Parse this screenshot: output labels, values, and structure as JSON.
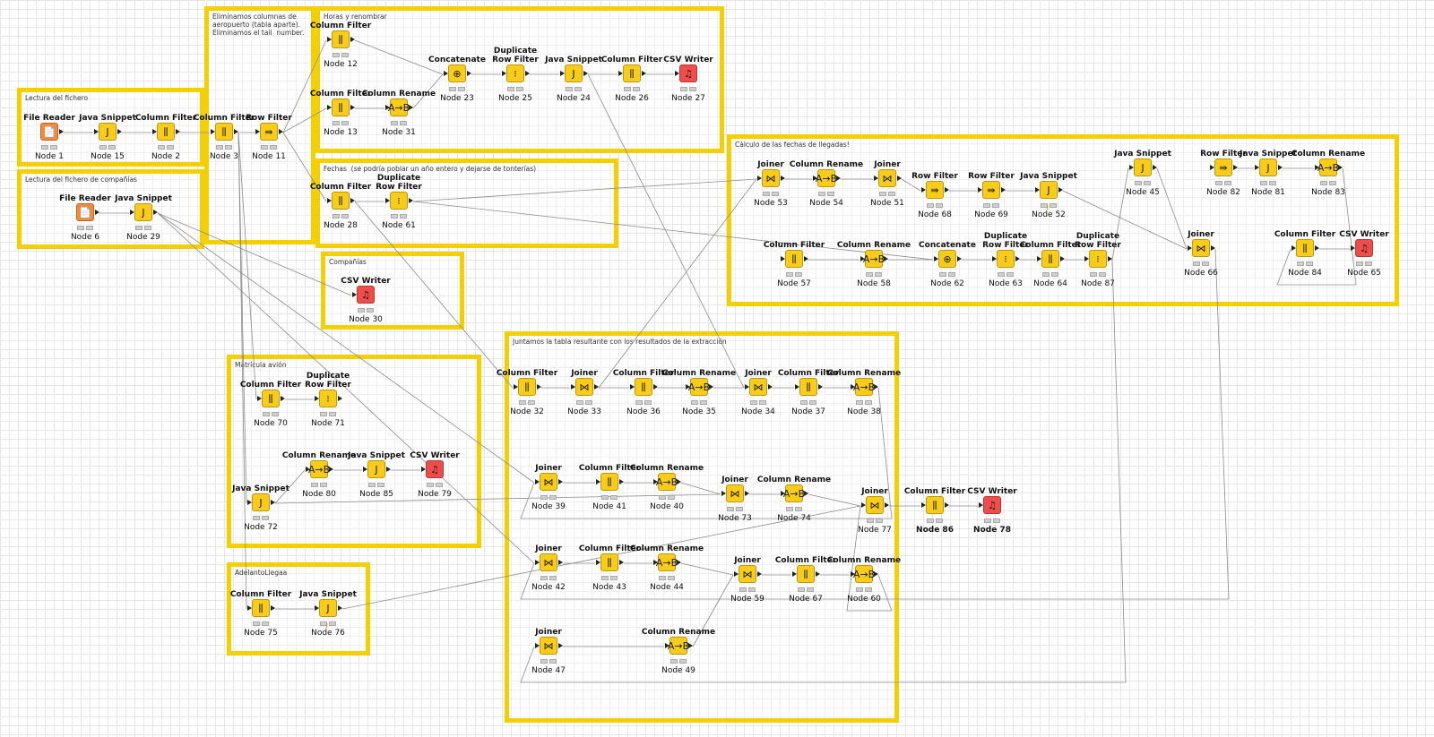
{
  "annotations": [
    {
      "id": "lectura-fichero",
      "text": "Lectura del fichero"
    },
    {
      "id": "lectura-companias",
      "text": "Lectura del fichero de compañías"
    },
    {
      "id": "eliminamos",
      "text": "Eliminamos columnas de aeropuerto (tabla aparte).\nEliminamos el tail  number."
    },
    {
      "id": "horas",
      "text": "Horas y renombrar"
    },
    {
      "id": "fechas",
      "text": "Fechas  (se podría poblar un año entero y dejarse de tonterías)"
    },
    {
      "id": "companias",
      "text": "Compañías"
    },
    {
      "id": "calculo",
      "text": "Cálculo de las fechas de llegadas!"
    },
    {
      "id": "juntamos",
      "text": "Juntamos la tabla resultante con los resultados de la extracción"
    },
    {
      "id": "matricula",
      "text": "Matrícula avión"
    },
    {
      "id": "adelanto",
      "text": "AdelantoLlegaa"
    }
  ],
  "nodes": [
    {
      "id": "1",
      "title": "File Reader",
      "label": "Node 1",
      "kind": "source",
      "icon": "file-reader-icon",
      "glyph": "📄",
      "in": false,
      "out": true,
      "status": "yellow"
    },
    {
      "id": "15",
      "title": "Java Snippet",
      "label": "Node 15",
      "kind": "manip",
      "icon": "java-snippet-icon",
      "glyph": "J",
      "in": true,
      "out": true,
      "status": "idle"
    },
    {
      "id": "2",
      "title": "Column Filter",
      "label": "Node 2",
      "kind": "manip",
      "icon": "column-filter-icon",
      "glyph": "⫼",
      "in": true,
      "out": true,
      "status": "idle"
    },
    {
      "id": "3",
      "title": "Column Filter",
      "label": "Node 3",
      "kind": "manip",
      "icon": "column-filter-icon",
      "glyph": "⫼",
      "in": true,
      "out": true,
      "status": "idle"
    },
    {
      "id": "11",
      "title": "Row Filter",
      "label": "Node 11",
      "kind": "manip",
      "icon": "row-filter-icon",
      "glyph": "⇛",
      "in": true,
      "out": true,
      "status": "idle"
    },
    {
      "id": "6",
      "title": "File Reader",
      "label": "Node 6",
      "kind": "source",
      "icon": "file-reader-icon",
      "glyph": "📄",
      "in": false,
      "out": true,
      "status": "idle"
    },
    {
      "id": "29",
      "title": "Java Snippet",
      "label": "Node 29",
      "kind": "manip",
      "icon": "java-snippet-icon",
      "glyph": "J",
      "in": true,
      "out": true,
      "status": "idle"
    },
    {
      "id": "12",
      "title": "Column Filter",
      "label": "Node 12",
      "kind": "manip",
      "icon": "column-filter-icon",
      "glyph": "⫼",
      "in": true,
      "out": true,
      "status": "idle"
    },
    {
      "id": "13",
      "title": "Column Filter",
      "label": "Node 13",
      "kind": "manip",
      "icon": "column-filter-icon",
      "glyph": "⫼",
      "in": true,
      "out": true,
      "status": "idle"
    },
    {
      "id": "31",
      "title": "Column Rename",
      "label": "Node 31",
      "kind": "manip",
      "icon": "column-rename-icon",
      "glyph": "A→B",
      "in": true,
      "out": true,
      "status": "idle"
    },
    {
      "id": "23",
      "title": "Concatenate",
      "label": "Node 23",
      "kind": "manip",
      "icon": "concatenate-icon",
      "glyph": "⊕",
      "in": true,
      "out": true,
      "status": "idle"
    },
    {
      "id": "25",
      "title": "Duplicate\nRow Filter",
      "label": "Node 25",
      "kind": "manip",
      "icon": "duplicate-row-filter-icon",
      "glyph": "⁝",
      "in": true,
      "out": true,
      "status": "idle"
    },
    {
      "id": "24",
      "title": "Java Snippet",
      "label": "Node 24",
      "kind": "manip",
      "icon": "java-snippet-icon",
      "glyph": "J",
      "in": true,
      "out": true,
      "status": "idle"
    },
    {
      "id": "26",
      "title": "Column Filter",
      "label": "Node 26",
      "kind": "manip",
      "icon": "column-filter-icon",
      "glyph": "⫼",
      "in": true,
      "out": true,
      "status": "idle"
    },
    {
      "id": "27",
      "title": "CSV Writer",
      "label": "Node 27",
      "kind": "sink",
      "icon": "csv-writer-icon",
      "glyph": "♫",
      "in": true,
      "out": false,
      "status": "idle"
    },
    {
      "id": "28",
      "title": "Column Filter",
      "label": "Node 28",
      "kind": "manip",
      "icon": "column-filter-icon",
      "glyph": "⫼",
      "in": true,
      "out": true,
      "status": "idle"
    },
    {
      "id": "61",
      "title": "Duplicate\nRow Filter",
      "label": "Node 61",
      "kind": "manip",
      "icon": "duplicate-row-filter-icon",
      "glyph": "⁝",
      "in": true,
      "out": true,
      "status": "idle"
    },
    {
      "id": "30",
      "title": "CSV Writer",
      "label": "Node 30",
      "kind": "sink",
      "icon": "csv-writer-icon",
      "glyph": "♫",
      "in": true,
      "out": false,
      "status": "idle"
    },
    {
      "id": "53",
      "title": "Joiner",
      "label": "Node 53",
      "kind": "manip",
      "icon": "joiner-icon",
      "glyph": "⋈",
      "in": true,
      "out": true,
      "status": "idle"
    },
    {
      "id": "54",
      "title": "Column Rename",
      "label": "Node 54",
      "kind": "manip",
      "icon": "column-rename-icon",
      "glyph": "A→B",
      "in": true,
      "out": true,
      "status": "idle"
    },
    {
      "id": "51",
      "title": "Joiner",
      "label": "Node 51",
      "kind": "manip",
      "icon": "joiner-icon",
      "glyph": "⋈",
      "in": true,
      "out": true,
      "status": "idle"
    },
    {
      "id": "68",
      "title": "Row Filter",
      "label": "Node 68",
      "kind": "manip",
      "icon": "row-filter-icon",
      "glyph": "⇛",
      "in": true,
      "out": true,
      "status": "idle"
    },
    {
      "id": "69",
      "title": "Row Filter",
      "label": "Node 69",
      "kind": "manip",
      "icon": "row-filter-icon",
      "glyph": "⇛",
      "in": true,
      "out": true,
      "status": "idle"
    },
    {
      "id": "52",
      "title": "Java Snippet",
      "label": "Node 52",
      "kind": "manip",
      "icon": "java-snippet-icon",
      "glyph": "J",
      "in": true,
      "out": true,
      "status": "warn"
    },
    {
      "id": "45",
      "title": "Java Snippet",
      "label": "Node 45",
      "kind": "manip",
      "icon": "java-snippet-icon",
      "glyph": "J",
      "in": true,
      "out": true,
      "status": "idle"
    },
    {
      "id": "82",
      "title": "Row Filter",
      "label": "Node 82",
      "kind": "manip",
      "icon": "row-filter-icon",
      "glyph": "⇛",
      "in": true,
      "out": true,
      "status": "idle"
    },
    {
      "id": "81",
      "title": "Java Snippet",
      "label": "Node 81",
      "kind": "manip",
      "icon": "java-snippet-icon",
      "glyph": "J",
      "in": true,
      "out": true,
      "status": "idle"
    },
    {
      "id": "83",
      "title": "Column Rename",
      "label": "Node 83",
      "kind": "manip",
      "icon": "column-rename-icon",
      "glyph": "A→B",
      "in": true,
      "out": true,
      "status": "idle"
    },
    {
      "id": "57",
      "title": "Column Filter",
      "label": "Node 57",
      "kind": "manip",
      "icon": "column-filter-icon",
      "glyph": "⫼",
      "in": true,
      "out": true,
      "status": "idle"
    },
    {
      "id": "58",
      "title": "Column Rename",
      "label": "Node 58",
      "kind": "manip",
      "icon": "column-rename-icon",
      "glyph": "A→B",
      "in": true,
      "out": true,
      "status": "idle"
    },
    {
      "id": "62",
      "title": "Concatenate",
      "label": "Node 62",
      "kind": "manip",
      "icon": "concatenate-icon",
      "glyph": "⊕",
      "in": true,
      "out": true,
      "status": "idle"
    },
    {
      "id": "63",
      "title": "Duplicate\nRow Filter",
      "label": "Node 63",
      "kind": "manip",
      "icon": "duplicate-row-filter-icon",
      "glyph": "⁝",
      "in": true,
      "out": true,
      "status": "idle"
    },
    {
      "id": "64",
      "title": "Column Filter",
      "label": "Node 64",
      "kind": "manip",
      "icon": "column-filter-icon",
      "glyph": "⫼",
      "in": true,
      "out": true,
      "status": "idle"
    },
    {
      "id": "87",
      "title": "Duplicate\nRow Filter",
      "label": "Node 87",
      "kind": "manip",
      "icon": "duplicate-row-filter-icon",
      "glyph": "⁝",
      "in": true,
      "out": true,
      "status": "idle"
    },
    {
      "id": "66",
      "title": "Joiner",
      "label": "Node 66",
      "kind": "manip",
      "icon": "joiner-icon",
      "glyph": "⋈",
      "in": true,
      "out": true,
      "status": "idle"
    },
    {
      "id": "84",
      "title": "Column Filter",
      "label": "Node 84",
      "kind": "manip",
      "icon": "column-filter-icon",
      "glyph": "⫼",
      "in": true,
      "out": true,
      "status": "idle"
    },
    {
      "id": "65",
      "title": "CSV Writer",
      "label": "Node 65",
      "kind": "sink",
      "icon": "csv-writer-icon",
      "glyph": "♫",
      "in": true,
      "out": false,
      "status": "idle"
    },
    {
      "id": "32",
      "title": "Column Filter",
      "label": "Node 32",
      "kind": "manip",
      "icon": "column-filter-icon",
      "glyph": "⫼",
      "in": true,
      "out": true,
      "status": "idle"
    },
    {
      "id": "33",
      "title": "Joiner",
      "label": "Node 33",
      "kind": "manip",
      "icon": "joiner-icon",
      "glyph": "⋈",
      "in": true,
      "out": true,
      "status": "idle"
    },
    {
      "id": "36",
      "title": "Column Filter",
      "label": "Node 36",
      "kind": "manip",
      "icon": "column-filter-icon",
      "glyph": "⫼",
      "in": true,
      "out": true,
      "status": "idle"
    },
    {
      "id": "35",
      "title": "Column Rename",
      "label": "Node 35",
      "kind": "manip",
      "icon": "column-rename-icon",
      "glyph": "A→B",
      "in": true,
      "out": true,
      "status": "idle"
    },
    {
      "id": "34",
      "title": "Joiner",
      "label": "Node 34",
      "kind": "manip",
      "icon": "joiner-icon",
      "glyph": "⋈",
      "in": true,
      "out": true,
      "status": "idle"
    },
    {
      "id": "37",
      "title": "Column Filter",
      "label": "Node 37",
      "kind": "manip",
      "icon": "column-filter-icon",
      "glyph": "⫼",
      "in": true,
      "out": true,
      "status": "idle"
    },
    {
      "id": "38",
      "title": "Column Rename",
      "label": "Node 38",
      "kind": "manip",
      "icon": "column-rename-icon",
      "glyph": "A→B",
      "in": true,
      "out": true,
      "status": "idle"
    },
    {
      "id": "70",
      "title": "Column Filter",
      "label": "Node 70",
      "kind": "manip",
      "icon": "column-filter-icon",
      "glyph": "⫼",
      "in": true,
      "out": true,
      "status": "idle"
    },
    {
      "id": "71",
      "title": "Duplicate\nRow Filter",
      "label": "Node 71",
      "kind": "manip",
      "icon": "duplicate-row-filter-icon",
      "glyph": "⁝",
      "in": true,
      "out": true,
      "status": "idle"
    },
    {
      "id": "80",
      "title": "Column Rename",
      "label": "Node 80",
      "kind": "manip",
      "icon": "column-rename-icon",
      "glyph": "A→B",
      "in": true,
      "out": true,
      "status": "idle"
    },
    {
      "id": "85",
      "title": "Java Snippet",
      "label": "Node 85",
      "kind": "manip",
      "icon": "java-snippet-icon",
      "glyph": "J",
      "in": true,
      "out": true,
      "status": "idle"
    },
    {
      "id": "79",
      "title": "CSV Writer",
      "label": "Node 79",
      "kind": "sink",
      "icon": "csv-writer-icon",
      "glyph": "♫",
      "in": true,
      "out": false,
      "status": "idle"
    },
    {
      "id": "72",
      "title": "Java Snippet",
      "label": "Node 72",
      "kind": "manip",
      "icon": "java-snippet-icon",
      "glyph": "J",
      "in": true,
      "out": true,
      "status": "idle"
    },
    {
      "id": "75",
      "title": "Column Filter",
      "label": "Node 75",
      "kind": "manip",
      "icon": "column-filter-icon",
      "glyph": "⫼",
      "in": true,
      "out": true,
      "status": "idle"
    },
    {
      "id": "76",
      "title": "Java Snippet",
      "label": "Node 76",
      "kind": "manip",
      "icon": "java-snippet-icon",
      "glyph": "J",
      "in": true,
      "out": true,
      "status": "warn"
    },
    {
      "id": "39",
      "title": "Joiner",
      "label": "Node 39",
      "kind": "manip",
      "icon": "joiner-icon",
      "glyph": "⋈",
      "in": true,
      "out": true,
      "status": "idle"
    },
    {
      "id": "41",
      "title": "Column Filter",
      "label": "Node 41",
      "kind": "manip",
      "icon": "column-filter-icon",
      "glyph": "⫼",
      "in": true,
      "out": true,
      "status": "idle"
    },
    {
      "id": "40",
      "title": "Column Rename",
      "label": "Node 40",
      "kind": "manip",
      "icon": "column-rename-icon",
      "glyph": "A→B",
      "in": true,
      "out": true,
      "status": "idle"
    },
    {
      "id": "73",
      "title": "Joiner",
      "label": "Node 73",
      "kind": "manip",
      "icon": "joiner-icon",
      "glyph": "⋈",
      "in": true,
      "out": true,
      "status": "idle"
    },
    {
      "id": "74",
      "title": "Column Rename",
      "label": "Node 74",
      "kind": "manip",
      "icon": "column-rename-icon",
      "glyph": "A→B",
      "in": true,
      "out": true,
      "status": "idle"
    },
    {
      "id": "77",
      "title": "Joiner",
      "label": "Node 77",
      "kind": "manip",
      "icon": "joiner-icon",
      "glyph": "⋈",
      "in": true,
      "out": true,
      "status": "idle"
    },
    {
      "id": "86",
      "title": "Column Filter",
      "label": "Node 86",
      "kind": "manip",
      "icon": "column-filter-icon",
      "glyph": "⫼",
      "in": true,
      "out": true,
      "status": "idle",
      "boldLabel": true
    },
    {
      "id": "78",
      "title": "CSV Writer",
      "label": "Node 78",
      "kind": "sink",
      "icon": "csv-writer-icon",
      "glyph": "♫",
      "in": true,
      "out": false,
      "status": "idle",
      "boldLabel": true
    },
    {
      "id": "42",
      "title": "Joiner",
      "label": "Node 42",
      "kind": "manip",
      "icon": "joiner-icon",
      "glyph": "⋈",
      "in": true,
      "out": true,
      "status": "idle"
    },
    {
      "id": "43",
      "title": "Column Filter",
      "label": "Node 43",
      "kind": "manip",
      "icon": "column-filter-icon",
      "glyph": "⫼",
      "in": true,
      "out": true,
      "status": "idle"
    },
    {
      "id": "44",
      "title": "Column Rename",
      "label": "Node 44",
      "kind": "manip",
      "icon": "column-rename-icon",
      "glyph": "A→B",
      "in": true,
      "out": true,
      "status": "idle"
    },
    {
      "id": "59",
      "title": "Joiner",
      "label": "Node 59",
      "kind": "manip",
      "icon": "joiner-icon",
      "glyph": "⋈",
      "in": true,
      "out": true,
      "status": "idle"
    },
    {
      "id": "67",
      "title": "Column Filter",
      "label": "Node 67",
      "kind": "manip",
      "icon": "column-filter-icon",
      "glyph": "⫼",
      "in": true,
      "out": true,
      "status": "idle"
    },
    {
      "id": "60",
      "title": "Column Rename",
      "label": "Node 60",
      "kind": "manip",
      "icon": "column-rename-icon",
      "glyph": "A→B",
      "in": true,
      "out": true,
      "status": "idle"
    },
    {
      "id": "47",
      "title": "Joiner",
      "label": "Node 47",
      "kind": "manip",
      "icon": "joiner-icon",
      "glyph": "⋈",
      "in": true,
      "out": true,
      "status": "idle"
    },
    {
      "id": "49",
      "title": "Column Rename",
      "label": "Node 49",
      "kind": "manip",
      "icon": "column-rename-icon",
      "glyph": "A→B",
      "in": true,
      "out": true,
      "status": "idle"
    }
  ],
  "connections": [
    [
      "1",
      "15"
    ],
    [
      "15",
      "2"
    ],
    [
      "2",
      "3"
    ],
    [
      "3",
      "11"
    ],
    [
      "11",
      "12"
    ],
    [
      "11",
      "13"
    ],
    [
      "11",
      "28"
    ],
    [
      "12",
      "23"
    ],
    [
      "13",
      "31"
    ],
    [
      "31",
      "23"
    ],
    [
      "23",
      "25"
    ],
    [
      "25",
      "24"
    ],
    [
      "24",
      "26"
    ],
    [
      "26",
      "27"
    ],
    [
      "28",
      "61"
    ],
    [
      "6",
      "29"
    ],
    [
      "29",
      "30"
    ],
    [
      "53",
      "54"
    ],
    [
      "54",
      "51"
    ],
    [
      "51",
      "68"
    ],
    [
      "68",
      "69"
    ],
    [
      "69",
      "52"
    ],
    [
      "52",
      "66"
    ],
    [
      "45",
      "66"
    ],
    [
      "82",
      "81"
    ],
    [
      "81",
      "83"
    ],
    [
      "83",
      "84"
    ],
    [
      "84",
      "65"
    ],
    [
      "57",
      "58"
    ],
    [
      "58",
      "62"
    ],
    [
      "62",
      "63"
    ],
    [
      "63",
      "64"
    ],
    [
      "64",
      "87"
    ],
    [
      "87",
      "45"
    ],
    [
      "61",
      "53"
    ],
    [
      "61",
      "62"
    ],
    [
      "24",
      "34"
    ],
    [
      "66",
      "42"
    ],
    [
      "32",
      "33"
    ],
    [
      "33",
      "36"
    ],
    [
      "36",
      "35"
    ],
    [
      "35",
      "34"
    ],
    [
      "34",
      "37"
    ],
    [
      "37",
      "38"
    ],
    [
      "38",
      "39"
    ],
    [
      "39",
      "41"
    ],
    [
      "41",
      "40"
    ],
    [
      "40",
      "73"
    ],
    [
      "73",
      "74"
    ],
    [
      "74",
      "77"
    ],
    [
      "77",
      "86"
    ],
    [
      "86",
      "78"
    ],
    [
      "42",
      "43"
    ],
    [
      "43",
      "44"
    ],
    [
      "44",
      "59"
    ],
    [
      "59",
      "67"
    ],
    [
      "67",
      "60"
    ],
    [
      "60",
      "77"
    ],
    [
      "47",
      "49"
    ],
    [
      "49",
      "59"
    ],
    [
      "70",
      "71"
    ],
    [
      "72",
      "80"
    ],
    [
      "80",
      "85"
    ],
    [
      "85",
      "79"
    ],
    [
      "72",
      "73"
    ],
    [
      "76",
      "77"
    ],
    [
      "75",
      "76"
    ],
    [
      "3",
      "70"
    ],
    [
      "3",
      "72"
    ],
    [
      "3",
      "75"
    ],
    [
      "29",
      "39"
    ],
    [
      "29",
      "42"
    ],
    [
      "28",
      "32"
    ],
    [
      "33",
      "53"
    ],
    [
      "87",
      "47"
    ]
  ]
}
